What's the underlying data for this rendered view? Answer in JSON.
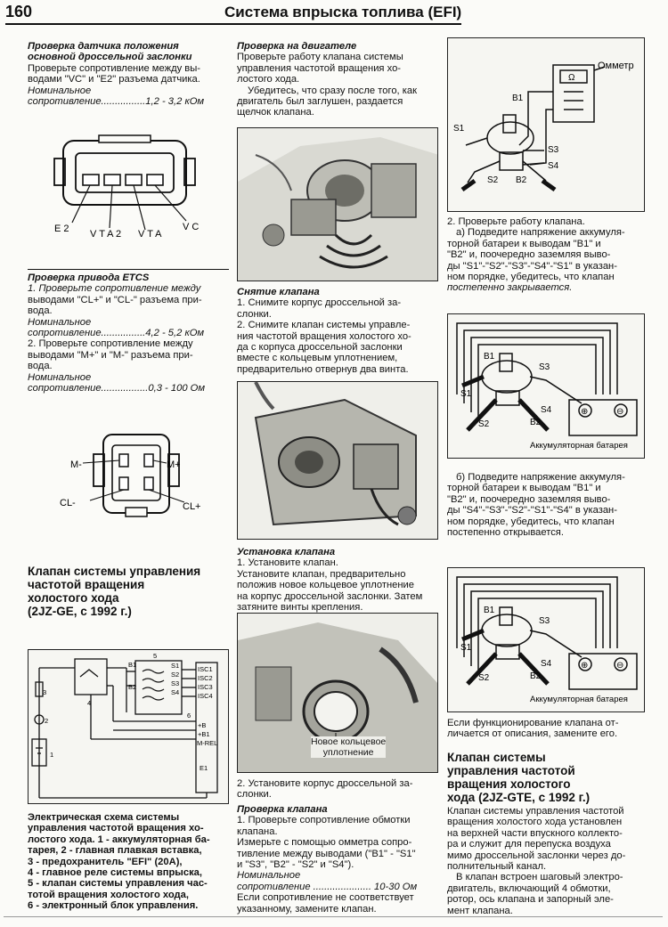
{
  "header": {
    "page_number": "160",
    "title": "Система впрыска топлива (EFI)"
  },
  "col1": {
    "tps": {
      "heading": [
        "Проверка датчика положения",
        "основной дроссельной заслонки"
      ],
      "text": [
        "Проверьте сопротивление между вы-",
        "водами \"VC\" и \"E2\" разъема датчика."
      ],
      "nominal": [
        "Номинальное",
        "сопротивление................1,2 - 3,2 кОм"
      ],
      "labels": [
        "E 2",
        "V T A 2",
        "V T A",
        "V C"
      ]
    },
    "etcs": {
      "heading": "Проверка привода ETCS",
      "lines": [
        "1. Проверьте сопротивление между",
        "выводами \"CL+\" и \"CL-\" разъема при-",
        "вода.",
        "Номинальное",
        "сопротивление................4,2 - 5,2 кОм",
        "2. Проверьте сопротивление между",
        "выводами \"M+\" и \"M-\" разъема при-",
        "вода.",
        "Номинальное",
        "сопротивление.................0,3 - 100 Ом"
      ],
      "labels": [
        "M-",
        "M+",
        "CL-",
        "CL+"
      ]
    },
    "section": {
      "title": [
        "Клапан системы управления",
        "частотой вращения",
        "холостого хода",
        "(2JZ-GE, с 1992 г.)"
      ]
    },
    "schematic": {
      "labels": [
        "5",
        "B1",
        "S1",
        "B2",
        "S2",
        "S3",
        "S4",
        "ISC1",
        "ISC2",
        "ISC3",
        "ISC4",
        "6",
        "+B",
        "+B1",
        "M-REL",
        "E1",
        "4",
        "3",
        "2",
        "1"
      ]
    },
    "caption": [
      "Электрическая схема системы",
      "управления частотой вращения хо-",
      "лостого хода. 1 - аккумуляторная ба-",
      "тарея, 2 - главная плавкая вставка,",
      "3 - предохранитель \"EFI\" (20А),",
      "4 - главное реле системы впрыска,",
      "5 - клапан системы управления час-",
      "тотой вращения холостого хода,",
      "6 - электронный блок управления."
    ]
  },
  "col2": {
    "engine_check": {
      "heading": "Проверка на двигателе",
      "lines": [
        "Проверьте работу клапана системы",
        "управления частотой вращения хо-",
        "лостого хода.",
        "Убедитесь, что сразу после того, как",
        "двигатель был заглушен, раздается",
        "щелчок клапана."
      ]
    },
    "removal": {
      "heading": "Снятие клапана",
      "lines": [
        "1. Снимите корпус дроссельной за-",
        "слонки.",
        "2. Снимите клапан системы управле-",
        "ния частотой вращения холостого хо-",
        "да с корпуса дроссельной заслонки",
        "вместе с кольцевым уплотнением,",
        "предварительно отвернув два винта."
      ]
    },
    "install": {
      "heading": "Установка клапана",
      "lines": [
        "1. Установите клапан.",
        "Установите клапан, предварительно",
        "положив новое кольцевое уплотнение",
        "на корпус дроссельной заслонки. Затем",
        "затяните винты крепления."
      ],
      "photo_label": [
        "Новое кольцевое",
        "уплотнение"
      ],
      "after": [
        "2. Установите корпус дроссельной за-",
        "слонки."
      ]
    },
    "valve_check": {
      "heading": "Проверка клапана",
      "lines": [
        "1. Проверьте сопротивление обмотки",
        "клапана.",
        "Измерьте с помощью омметра сопро-",
        "тивление между выводами (\"B1\" - \"S1\"",
        "и \"S3\", \"B2\" - \"S2\" и \"S4\")."
      ],
      "nominal": [
        "Номинальное",
        "сопротивление ..................... 10-30 Ом"
      ],
      "tail": [
        "Если сопротивление не соответствует",
        "указанному, замените клапан."
      ]
    }
  },
  "col3": {
    "ohmmeter_fig": {
      "labels": [
        "Омметр",
        "Ω",
        "B1",
        "S1",
        "S3",
        "S4",
        "S2",
        "B2"
      ]
    },
    "step2": {
      "lines": [
        "2. Проверьте работу клапана.",
        "а) Подведите напряжение аккумуля-",
        "торной батареи к выводам \"B1\" и",
        "\"B2\" и, поочередно заземляя выво-",
        "ды \"S1\"-\"S2\"-\"S3\"-\"S4\"-\"S1\" в указан-",
        "ном порядке, убедитесь, что клапан"
      ],
      "italic_line": "постепенно закрывается."
    },
    "battery_fig": {
      "labels": [
        "B1",
        "S3",
        "S1",
        "S4",
        "S2",
        "B2",
        "Аккумуляторная батарея",
        "⊕",
        "⊖"
      ]
    },
    "step_b": {
      "lines": [
        "б) Подведите напряжение аккумуля-",
        "торной батареи к выводам \"B1\" и",
        "\"B2\" и, поочередно заземляя выво-",
        "ды \"S4\"-\"S3\"-\"S2\"-\"S1\"-\"S4\" в указан-",
        "ном порядке, убедитесь, что клапан",
        "постепенно открывается."
      ]
    },
    "after_fig": [
      "Если функционирование клапана от-",
      "личается от описания, замените его."
    ],
    "section2": {
      "title": [
        "Клапан системы",
        "управления частотой",
        "вращения холостого",
        "хода (2JZ-GTE, с 1992 г.)"
      ],
      "lines": [
        "Клапан системы управления частотой",
        "вращения холостого хода установлен",
        "на верхней части впускного коллекто-",
        "ра и служит для перепуска воздуха",
        "мимо дроссельной заслонки через до-",
        "полнительный канал.",
        "В клапан встроен шаговый электро-",
        "двигатель, включающий 4 обмотки,",
        "ротор, ось клапана и запорный эле-",
        "мент клапана."
      ]
    }
  }
}
